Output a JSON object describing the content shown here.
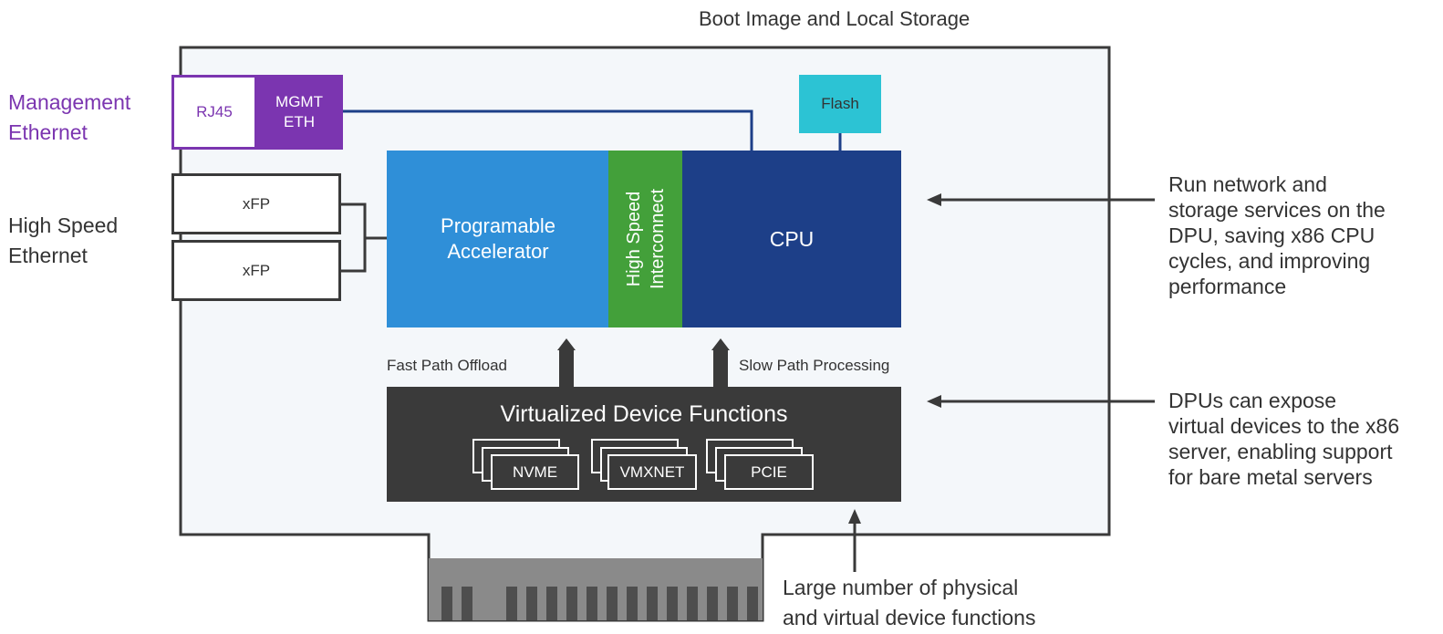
{
  "title": "Boot Image and Local Storage",
  "ports": {
    "management_label_line1": "Management",
    "management_label_line2": "Ethernet",
    "rj45": "RJ45",
    "mgmt_eth_line1": "MGMT",
    "mgmt_eth_line2": "ETH",
    "high_speed_label_line1": "High Speed",
    "high_speed_label_line2": "Ethernet",
    "xfp_1": "xFP",
    "xfp_2": "xFP"
  },
  "chip": {
    "flash": "Flash",
    "accelerator_line1": "Programable",
    "accelerator_line2": "Accelerator",
    "interconnect_line1": "High Speed",
    "interconnect_line2": "Interconnect",
    "cpu": "CPU"
  },
  "paths": {
    "fast": "Fast Path Offload",
    "slow": "Slow Path Processing"
  },
  "functions": {
    "title": "Virtualized Device Functions",
    "items": [
      "NVME",
      "VMXNET",
      "PCIE"
    ]
  },
  "callouts": {
    "cpu_line1": "Run network and",
    "cpu_line2": "storage services on the",
    "cpu_line3": "DPU, saving x86 CPU",
    "cpu_line4": "cycles, and improving",
    "cpu_line5": "performance",
    "vdf_line1": "DPUs can expose",
    "vdf_line2": "virtual devices to the x86",
    "vdf_line3": "server, enabling support",
    "vdf_line4": "for bare metal servers",
    "bottom_line1": "Large number of physical",
    "bottom_line2": "and virtual device functions"
  },
  "colors": {
    "board_fill": "#f4f7fa",
    "board_stroke": "#3a3a3a",
    "purple": "#7b35b0",
    "flash": "#2cc3d4",
    "accelerator": "#2f8fd8",
    "interconnect": "#43a03a",
    "cpu": "#1d3f88",
    "vdf": "#3a3a3a",
    "connector": "#8a8a8a"
  }
}
